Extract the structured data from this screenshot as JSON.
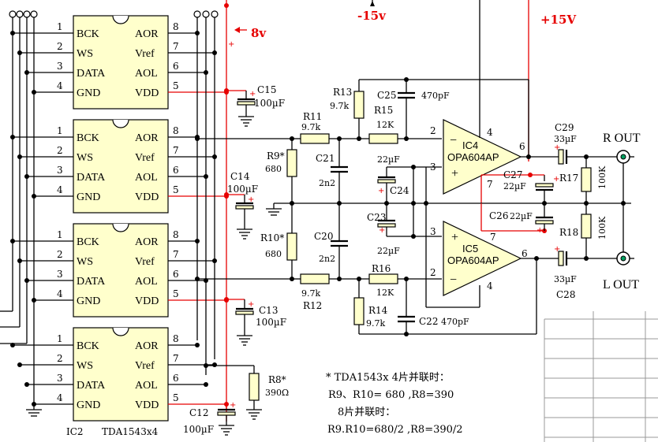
{
  "supply": {
    "neg": "-15v",
    "pos": "+15V",
    "dac": "8v"
  },
  "chips": [
    {
      "pins_left": [
        "1",
        "2",
        "3",
        "4"
      ],
      "pins_right": [
        "8",
        "7",
        "6",
        "5"
      ],
      "names_left": [
        "BCK",
        "WS",
        "DATA",
        "GND"
      ],
      "names_right": [
        "AOR",
        "Vref",
        "AOL",
        "VDD"
      ]
    }
  ],
  "chip_label": "IC2",
  "chip_type": "TDA1543x4",
  "caps": {
    "c15": {
      "ref": "C15",
      "val": "100µF"
    },
    "c14": {
      "ref": "C14",
      "val": "100µF"
    },
    "c13": {
      "ref": "C13",
      "val": "100µF"
    },
    "c12": {
      "ref": "C12",
      "val": "100µF"
    },
    "c25": {
      "ref": "C25",
      "val": "470pF"
    },
    "c21": {
      "ref": "C21",
      "val": "2n2"
    },
    "c20": {
      "ref": "C20",
      "val": "2n2"
    },
    "c24": {
      "ref": "C24",
      "val": "22µF"
    },
    "c23": {
      "ref": "C23",
      "val": "22µF"
    },
    "c22": {
      "ref": "C22",
      "val": "470pF"
    },
    "c27": {
      "ref": "C27",
      "val": "22µF"
    },
    "c26": {
      "ref": "C26",
      "val": "22µF"
    },
    "c29": {
      "ref": "C29",
      "val": "33µF"
    },
    "c28": {
      "ref": "C28",
      "val": "33µF"
    }
  },
  "resistors": {
    "r13": {
      "ref": "R13",
      "val": "9.7k"
    },
    "r11": {
      "ref": "R11",
      "val": "9.7k"
    },
    "r15": {
      "ref": "R15",
      "val": "12K"
    },
    "r9": {
      "ref": "R9*",
      "val": "680"
    },
    "r10": {
      "ref": "R10*",
      "val": "680"
    },
    "r12": {
      "ref": "R12",
      "val": "9.7k"
    },
    "r16": {
      "ref": "R16",
      "val": "12K"
    },
    "r14": {
      "ref": "R14",
      "val": "9.7k"
    },
    "r17": {
      "ref": "R17",
      "val": "100K"
    },
    "r18": {
      "ref": "R18",
      "val": "100K"
    },
    "r8": {
      "ref": "R8*",
      "val": "390Ω"
    }
  },
  "opamps": {
    "ic4": {
      "ref": "IC4",
      "type": "OPA604AP",
      "pin_in_neg": "2",
      "pin_in_pos": "3",
      "pin_out": "6",
      "pin_vpos": "7",
      "pin_vneg": "4"
    },
    "ic5": {
      "ref": "IC5",
      "type": "OPA604AP",
      "pin_in_neg": "2",
      "pin_in_pos": "3",
      "pin_out": "6",
      "pin_vpos": "7",
      "pin_vneg": "4"
    }
  },
  "signs": {
    "minus": "−",
    "plus": "+"
  },
  "outputs": {
    "right": "R OUT",
    "left": "L OUT"
  },
  "notes": {
    "line1": "* TDA1543x 4片并联时：",
    "line2": "R9、R10= 680 ,R8=390",
    "line3": "8片并联时：",
    "line4": "R9.R10=680/2 ,R8=390/2"
  }
}
